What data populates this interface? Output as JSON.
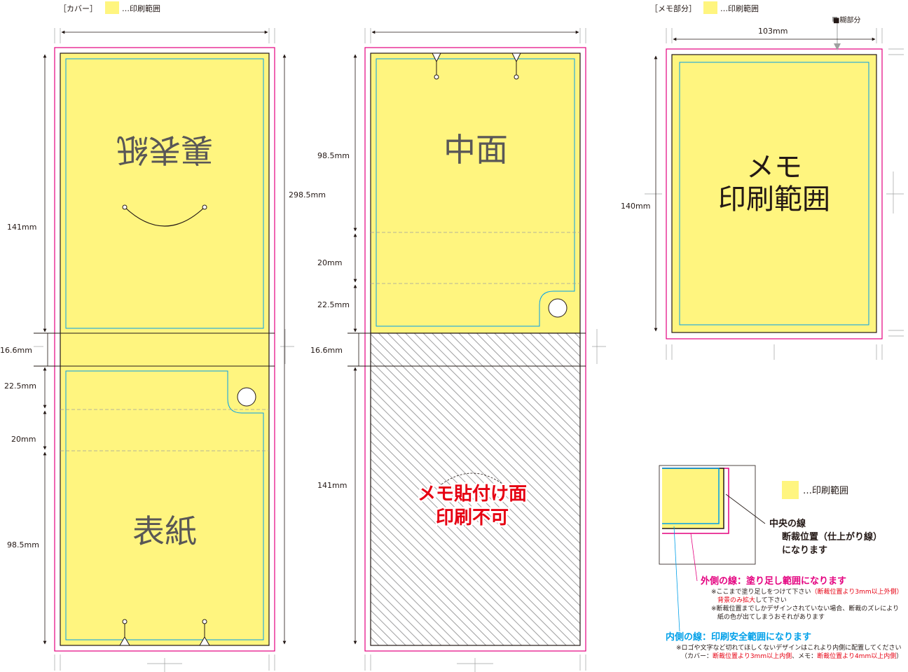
{
  "legend": {
    "cover_label": "［カバー］",
    "memo_label": "［メモ部分］",
    "print_range": "…印刷範囲",
    "glue": "■糊部分"
  },
  "cover": {
    "back_title": "裏表紙",
    "front_title": "表紙",
    "dims": {
      "d141": "141mm",
      "d298": "298.5mm",
      "d16": "16.6mm",
      "d22": "22.5mm",
      "d20": "20mm",
      "d98": "98.5mm"
    }
  },
  "inner": {
    "title": "中面",
    "memo_area_l1": "メモ貼付け面",
    "memo_area_l2": "印刷不可",
    "dims": {
      "d98": "98.5mm",
      "d20": "20mm",
      "d22": "22.5mm",
      "d16": "16.6mm",
      "d141": "141mm"
    }
  },
  "memo": {
    "title_l1": "メモ",
    "title_l2": "印刷範囲",
    "width": "103mm",
    "height": "140mm"
  },
  "explain": {
    "print_range": "…印刷範囲",
    "center_l1": "中央の線",
    "center_l2": "断裁位置（仕上がり線）",
    "center_l3": "になります",
    "outer_title": "外側の線：塗り足し範囲になります",
    "outer_n1a": "※ここまで塗り足しをつけて下さい",
    "outer_n1b": "（断裁位置より3mm以上外側）",
    "outer_n2a": "背景のみ拡大",
    "outer_n2b": "して下さい",
    "outer_n3": "※断裁位置までしかデザインされていない場合、断裁のズレにより",
    "outer_n4": "紙の色が出てしまうおそれがあります",
    "inner_title": "内側の線：印刷安全範囲になります",
    "inner_n1": "※ロゴや文字など切れてほしくないデザインはこれより内側に配置してください",
    "inner_n2a": "（カバー：",
    "inner_n2b": "断裁位置より3mm以上内側",
    "inner_n2c": "、メモ：",
    "inner_n2d": "断裁位置より4mm以上内側",
    "inner_n2e": "）"
  },
  "colors": {
    "print_yellow": "#fff57f",
    "bleed_magenta": "#e4007f",
    "safe_cyan": "#00a0e9",
    "warn_red": "#e60012"
  }
}
